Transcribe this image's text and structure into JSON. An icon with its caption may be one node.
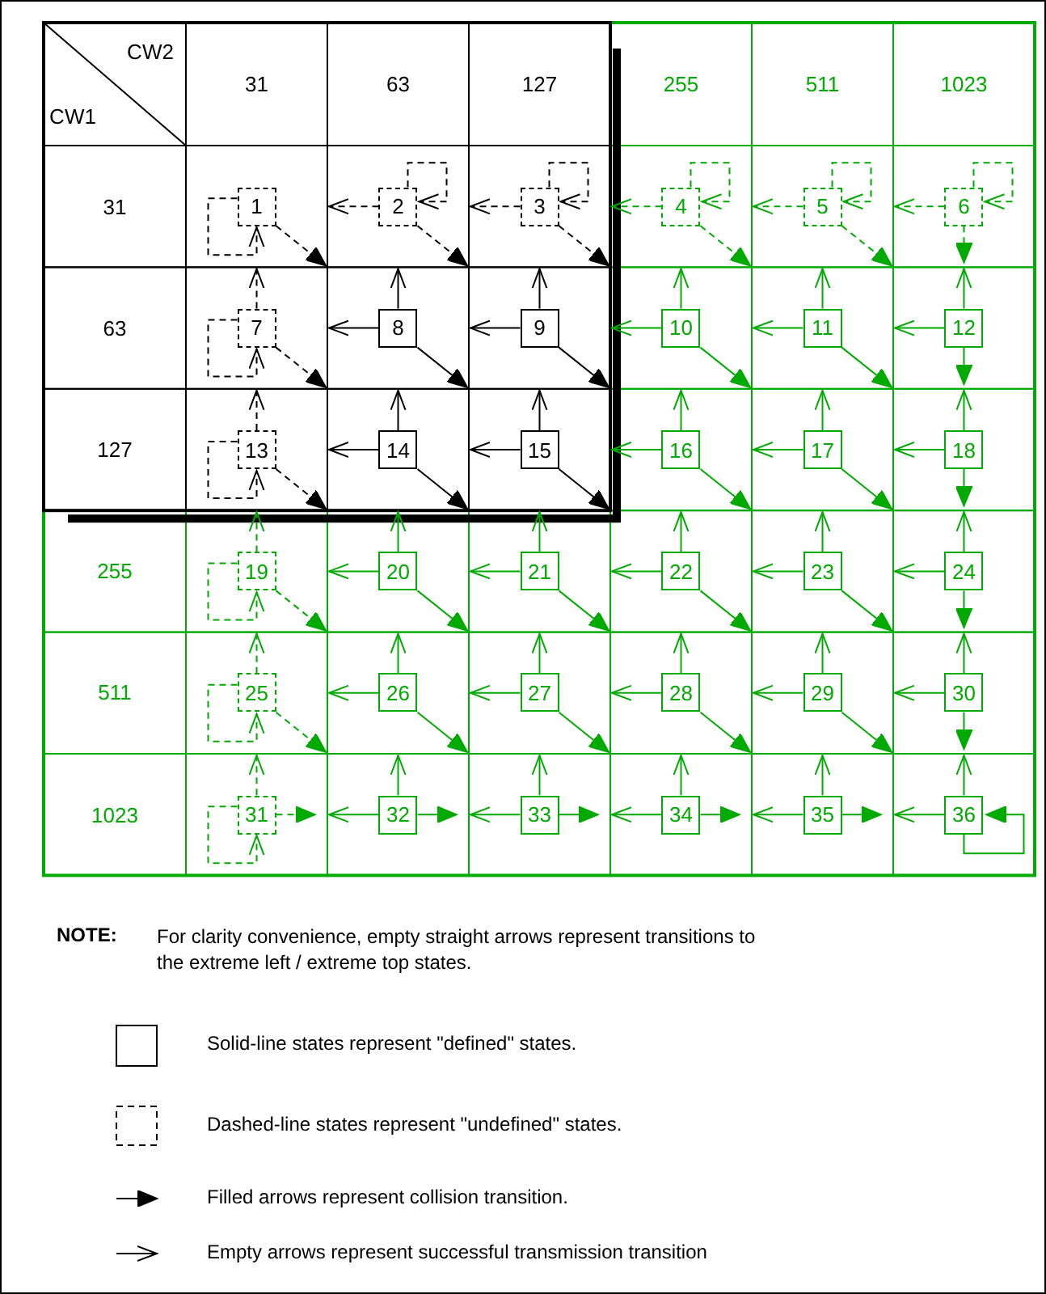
{
  "diagram": {
    "nodes": [
      {
        "text": [
          "1"
        ]
      },
      {
        "text": [
          "2"
        ]
      },
      {
        "text": [
          "3"
        ]
      },
      {
        "text": [
          "4"
        ]
      },
      {
        "text": [
          "5"
        ]
      },
      {
        "text": [
          "6"
        ]
      },
      {
        "text": [
          "7"
        ]
      },
      {
        "text": [
          "8"
        ]
      },
      {
        "text": [
          "9"
        ]
      },
      {
        "text": [
          "10"
        ]
      },
      {
        "text": [
          "11"
        ]
      },
      {
        "text": [
          "12"
        ]
      },
      {
        "text": [
          "13"
        ]
      },
      {
        "text": [
          "14"
        ]
      },
      {
        "text": [
          "15"
        ]
      },
      {
        "text": [
          "16"
        ]
      },
      {
        "text": [
          "17"
        ]
      },
      {
        "text": [
          "18"
        ]
      },
      {
        "text": [
          "19"
        ]
      },
      {
        "text": [
          "20"
        ]
      },
      {
        "text": [
          "21"
        ]
      },
      {
        "text": [
          "22"
        ]
      },
      {
        "text": [
          "23"
        ]
      },
      {
        "text": [
          "24"
        ]
      },
      {
        "text": [
          "25"
        ]
      },
      {
        "text": [
          "26"
        ]
      },
      {
        "text": [
          "27"
        ]
      },
      {
        "text": [
          "28"
        ]
      },
      {
        "text": [
          "29"
        ]
      },
      {
        "text": [
          "30"
        ]
      },
      {
        "text": [
          "31"
        ]
      },
      {
        "text": [
          "32"
        ]
      },
      {
        "text": [
          "33"
        ]
      },
      {
        "text": [
          "34"
        ]
      },
      {
        "text": [
          "35"
        ]
      },
      {
        "text": [
          "36"
        ]
      }
    ],
    "edges": [
      {
        "from": 0,
        "to": 0,
        "arrow": "to",
        "style": "dashed",
        "color": "#000000"
      },
      {
        "from": 0,
        "to": null,
        "arrow": "to",
        "style": "dashed",
        "color": "#000000"
      },
      {
        "from": 1,
        "to": 1,
        "arrow": "to",
        "style": "dashed",
        "color": "#000000"
      },
      {
        "from": 1,
        "to": null,
        "arrow": "to",
        "style": "dashed",
        "color": "#000000"
      },
      {
        "from": 1,
        "to": null,
        "arrow": "to",
        "style": "dashed",
        "color": "#000000"
      },
      {
        "from": 2,
        "to": 2,
        "arrow": "to",
        "style": "dashed",
        "color": "#000000"
      },
      {
        "from": 2,
        "to": null,
        "arrow": "to",
        "style": "dashed",
        "color": "#000000"
      },
      {
        "from": 2,
        "to": null,
        "arrow": "to",
        "style": "dashed",
        "color": "#000000"
      },
      {
        "from": 3,
        "to": 3,
        "arrow": "to",
        "style": "dashed"
      },
      {
        "from": 3,
        "to": null,
        "arrow": "to",
        "style": "dashed"
      },
      {
        "from": 3,
        "to": null,
        "arrow": "to",
        "style": "dashed"
      },
      {
        "from": 4,
        "to": 4,
        "arrow": "to",
        "style": "dashed"
      },
      {
        "from": 4,
        "to": null,
        "arrow": "to",
        "style": "dashed"
      },
      {
        "from": 4,
        "to": null,
        "arrow": "to",
        "style": "dashed"
      },
      {
        "from": 5,
        "to": 5,
        "arrow": "to",
        "style": "dashed"
      },
      {
        "from": 5,
        "to": null,
        "arrow": "to",
        "style": "dashed"
      },
      {
        "from": 5,
        "to": null,
        "arrow": "to",
        "style": "dashed"
      },
      {
        "from": 6,
        "to": 6,
        "arrow": "to",
        "style": "dashed",
        "color": "#000000"
      },
      {
        "from": 6,
        "to": null,
        "arrow": "to",
        "style": "dashed",
        "color": "#000000"
      },
      {
        "from": 6,
        "to": null,
        "arrow": "to",
        "style": "dashed",
        "color": "#000000"
      },
      {
        "from": 7,
        "to": null,
        "arrow": "to",
        "color": "#000000"
      },
      {
        "from": 7,
        "to": null,
        "arrow": "to",
        "color": "#000000"
      },
      {
        "from": 7,
        "to": null,
        "arrow": "to",
        "color": "#000000"
      },
      {
        "from": 8,
        "to": null,
        "arrow": "to",
        "color": "#000000"
      },
      {
        "from": 8,
        "to": null,
        "arrow": "to",
        "color": "#000000"
      },
      {
        "from": 8,
        "to": null,
        "arrow": "to",
        "color": "#000000"
      },
      {
        "from": 9,
        "to": null,
        "arrow": "to"
      },
      {
        "from": 9,
        "to": null,
        "arrow": "to"
      },
      {
        "from": 9,
        "to": null,
        "arrow": "to"
      },
      {
        "from": 10,
        "to": null,
        "arrow": "to"
      },
      {
        "from": 10,
        "to": null,
        "arrow": "to"
      },
      {
        "from": 10,
        "to": null,
        "arrow": "to"
      },
      {
        "from": 11,
        "to": null,
        "arrow": "to"
      },
      {
        "from": 11,
        "to": null,
        "arrow": "to"
      },
      {
        "from": 11,
        "to": null,
        "arrow": "to"
      },
      {
        "from": 12,
        "to": 12,
        "arrow": "to",
        "style": "dashed",
        "color": "#000000"
      },
      {
        "from": 12,
        "to": null,
        "arrow": "to",
        "style": "dashed",
        "color": "#000000"
      },
      {
        "from": 12,
        "to": null,
        "arrow": "to",
        "style": "dashed",
        "color": "#000000"
      },
      {
        "from": 13,
        "to": null,
        "arrow": "to",
        "color": "#000000"
      },
      {
        "from": 13,
        "to": null,
        "arrow": "to",
        "color": "#000000"
      },
      {
        "from": 13,
        "to": null,
        "arrow": "to",
        "color": "#000000"
      },
      {
        "from": 14,
        "to": null,
        "arrow": "to",
        "color": "#000000"
      },
      {
        "from": 14,
        "to": null,
        "arrow": "to",
        "color": "#000000"
      },
      {
        "from": 14,
        "to": null,
        "arrow": "to",
        "color": "#000000"
      },
      {
        "from": 15,
        "to": null,
        "arrow": "to"
      },
      {
        "from": 15,
        "to": null,
        "arrow": "to"
      },
      {
        "from": 15,
        "to": null,
        "arrow": "to"
      },
      {
        "from": 16,
        "to": null,
        "arrow": "to"
      },
      {
        "from": 16,
        "to": null,
        "arrow": "to"
      },
      {
        "from": 16,
        "to": null,
        "arrow": "to"
      },
      {
        "from": 17,
        "to": null,
        "arrow": "to"
      },
      {
        "from": 17,
        "to": null,
        "arrow": "to"
      },
      {
        "from": 17,
        "to": null,
        "arrow": "to"
      },
      {
        "from": 18,
        "to": 18,
        "arrow": "to",
        "style": "dashed"
      },
      {
        "from": 18,
        "to": null,
        "arrow": "to",
        "style": "dashed"
      },
      {
        "from": 18,
        "to": null,
        "arrow": "to",
        "style": "dashed"
      },
      {
        "from": 19,
        "to": null,
        "arrow": "to"
      },
      {
        "from": 19,
        "to": null,
        "arrow": "to"
      },
      {
        "from": 19,
        "to": null,
        "arrow": "to"
      },
      {
        "from": 20,
        "to": null,
        "arrow": "to"
      },
      {
        "from": 20,
        "to": null,
        "arrow": "to"
      },
      {
        "from": 20,
        "to": null,
        "arrow": "to"
      },
      {
        "from": 21,
        "to": null,
        "arrow": "to"
      },
      {
        "from": 21,
        "to": null,
        "arrow": "to"
      },
      {
        "from": 21,
        "to": null,
        "arrow": "to"
      },
      {
        "from": 22,
        "to": null,
        "arrow": "to"
      },
      {
        "from": 22,
        "to": null,
        "arrow": "to"
      },
      {
        "from": 22,
        "to": null,
        "arrow": "to"
      },
      {
        "from": 23,
        "to": null,
        "arrow": "to"
      },
      {
        "from": 23,
        "to": null,
        "arrow": "to"
      },
      {
        "from": 23,
        "to": null,
        "arrow": "to"
      },
      {
        "from": 24,
        "to": 24,
        "arrow": "to",
        "style": "dashed"
      },
      {
        "from": 24,
        "to": null,
        "arrow": "to",
        "style": "dashed"
      },
      {
        "from": 24,
        "to": null,
        "arrow": "to",
        "style": "dashed"
      },
      {
        "from": 25,
        "to": null,
        "arrow": "to"
      },
      {
        "from": 25,
        "to": null,
        "arrow": "to"
      },
      {
        "from": 25,
        "to": null,
        "arrow": "to"
      },
      {
        "from": 26,
        "to": null,
        "arrow": "to"
      },
      {
        "from": 26,
        "to": null,
        "arrow": "to"
      },
      {
        "from": 26,
        "to": null,
        "arrow": "to"
      },
      {
        "from": 27,
        "to": null,
        "arrow": "to"
      },
      {
        "from": 27,
        "to": null,
        "arrow": "to"
      },
      {
        "from": 27,
        "to": null,
        "arrow": "to"
      },
      {
        "from": 28,
        "to": null,
        "arrow": "to"
      },
      {
        "from": 28,
        "to": null,
        "arrow": "to"
      },
      {
        "from": 28,
        "to": null,
        "arrow": "to"
      },
      {
        "from": 29,
        "to": null,
        "arrow": "to"
      },
      {
        "from": 29,
        "to": null,
        "arrow": "to"
      },
      {
        "from": 29,
        "to": null,
        "arrow": "to"
      },
      {
        "from": 30,
        "to": 30,
        "arrow": "to",
        "style": "dashed"
      },
      {
        "from": 30,
        "to": null,
        "arrow": "to",
        "style": "dashed"
      },
      {
        "from": 30,
        "to": null,
        "arrow": "to",
        "style": "dashed"
      },
      {
        "from": 31,
        "to": null,
        "arrow": "to"
      },
      {
        "from": 31,
        "to": null,
        "arrow": "to"
      },
      {
        "from": 31,
        "to": null,
        "arrow": "to"
      },
      {
        "from": 32,
        "to": null,
        "arrow": "to"
      },
      {
        "from": 32,
        "to": null,
        "arrow": "to"
      },
      {
        "from": 32,
        "to": null,
        "arrow": "to"
      },
      {
        "from": 33,
        "to": null,
        "arrow": "to"
      },
      {
        "from": 33,
        "to": null,
        "arrow": "to"
      },
      {
        "from": 33,
        "to": null,
        "arrow": "to"
      },
      {
        "from": 34,
        "to": null,
        "arrow": "to"
      },
      {
        "from": 34,
        "to": null,
        "arrow": "to"
      },
      {
        "from": 34,
        "to": null,
        "arrow": "to"
      },
      {
        "from": 35,
        "to": null,
        "arrow": "to"
      },
      {
        "from": 35,
        "to": null,
        "arrow": "to"
      },
      {
        "from": 35,
        "to": 35,
        "arrow": "to"
      }
    ],
    "labels": [
      "CW2",
      "CW1",
      "31",
      "63",
      "127",
      "255",
      "511",
      "1023",
      "31",
      "63",
      "127",
      "255",
      "511",
      "1023",
      "NOTE:",
      "For clarity convenience, empty straight arrows represent transitions to the extreme left / extreme top states."
    ],
    "legend": [
      {
        "text": "Solid-line states represent \"defined\" states."
      },
      {
        "text": "Dashed-line states represent \"undefined\" states."
      },
      {
        "text": "Filled arrows represent collision transition."
      },
      {
        "text": "Empty arrows represent successful transmission transition"
      }
    ]
  }
}
